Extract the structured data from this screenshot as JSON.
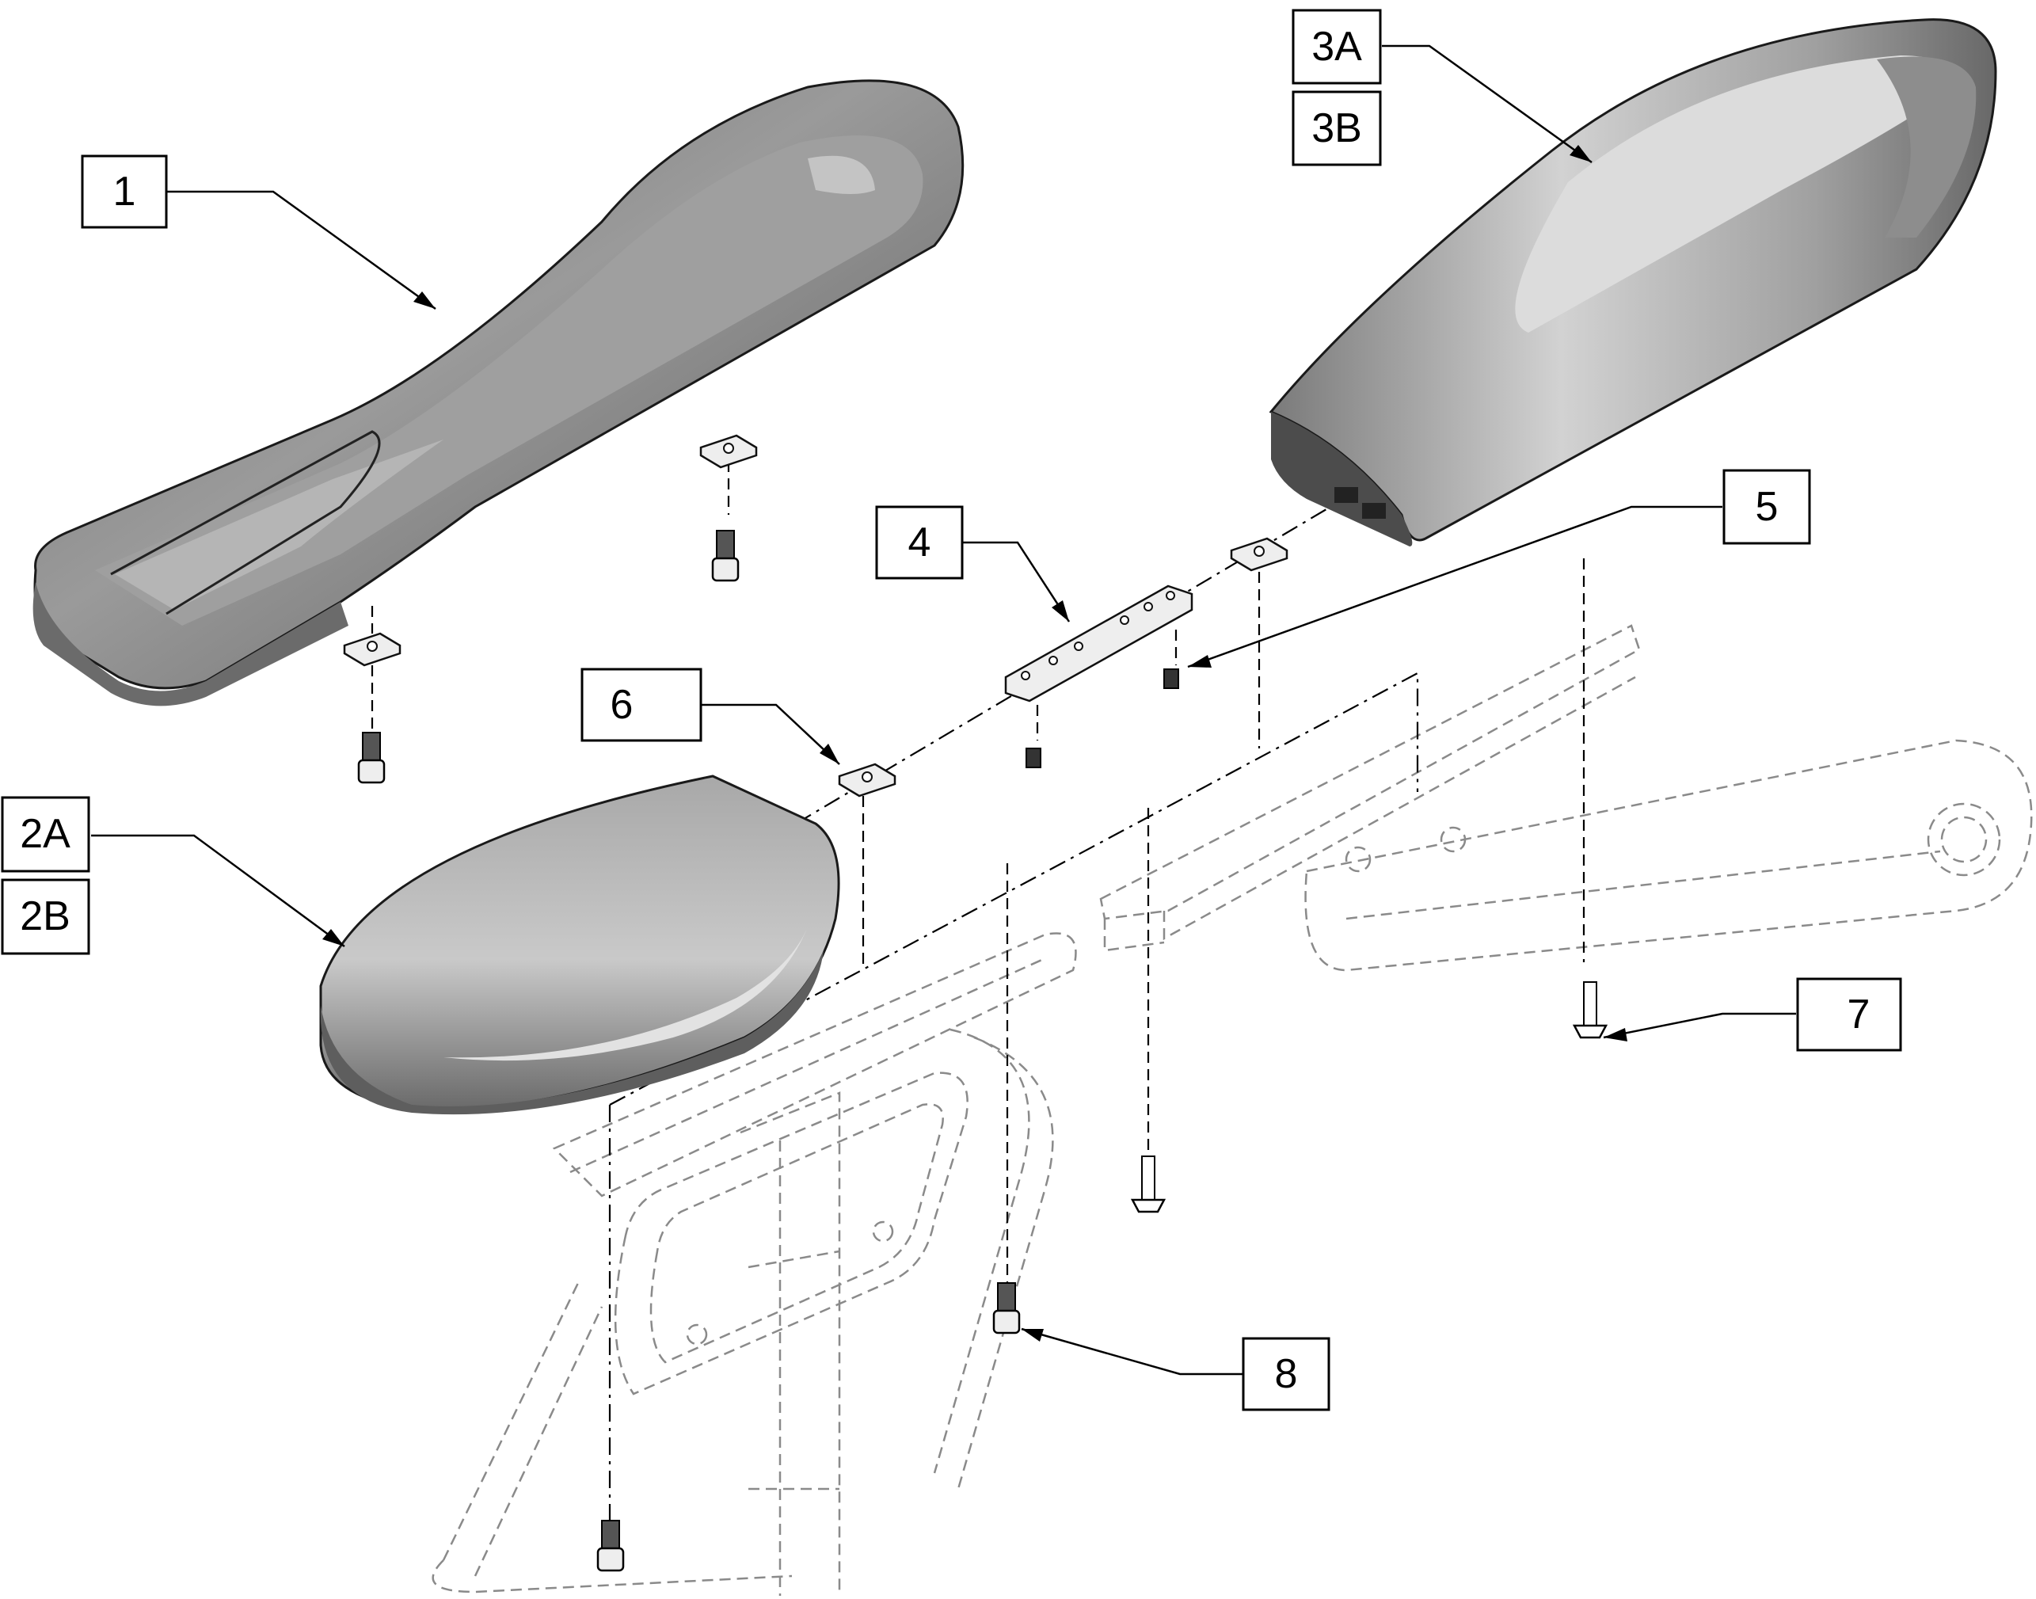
{
  "diagram": {
    "colors": {
      "background": "#ffffff",
      "line": "#000000",
      "ghost": "#8a8a8a",
      "pad_dark": "#555555",
      "pad_mid": "#8c8c8c",
      "pad_light": "#cfcfcf"
    },
    "callouts": [
      {
        "id": "1",
        "label": "1"
      },
      {
        "id": "2A",
        "label": "2A"
      },
      {
        "id": "2B",
        "label": "2B"
      },
      {
        "id": "3A",
        "label": "3A"
      },
      {
        "id": "3B",
        "label": "3B"
      },
      {
        "id": "4",
        "label": "4"
      },
      {
        "id": "5",
        "label": "5"
      },
      {
        "id": "6",
        "label": "6"
      },
      {
        "id": "7",
        "label": "7"
      },
      {
        "id": "8",
        "label": "8"
      }
    ]
  }
}
